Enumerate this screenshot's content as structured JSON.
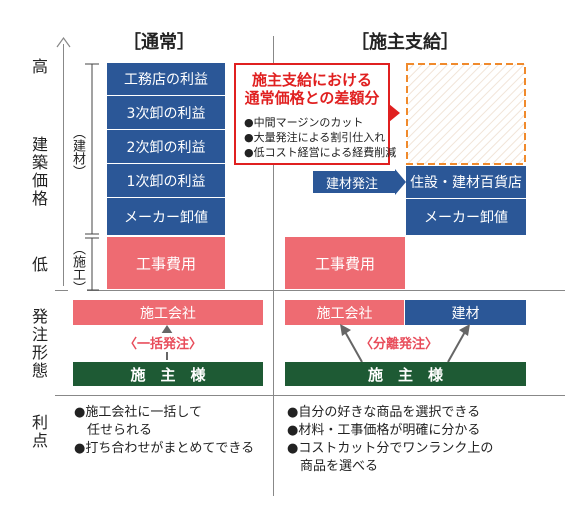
{
  "headers": {
    "normal": "［通常］",
    "supply": "［施主支給］"
  },
  "axis": {
    "high": "高",
    "low": "低",
    "build_price": "建築価格",
    "material_tag": "（建材）",
    "construction_tag": "（施工）"
  },
  "rows": {
    "order_type": "発注形態",
    "merit": "利点"
  },
  "left_stack": [
    "工務店の利益",
    "3次卸の利益",
    "2次卸の利益",
    "1次卸の利益",
    "メーカー卸値"
  ],
  "left_construction": "工事費用",
  "right_stack": {
    "store": "住設・建材百貨店",
    "maker": "メーカー卸値",
    "construction": "工事費用"
  },
  "supply_arrow_label": "建材発注",
  "callout": {
    "title1": "施主支給における",
    "title2": "通常価格との差額分",
    "bullets": [
      "●中間マージンのカット",
      "●大量発注による割引仕入れ",
      "●低コスト経営による経費削減"
    ]
  },
  "order": {
    "left_company": "施工会社",
    "left_mode": "〈一括発注〉",
    "left_client": "施　主　様",
    "right_company": "施工会社",
    "right_material": "建材",
    "right_mode": "〈分離発注〉",
    "right_client": "施　主　様"
  },
  "merits": {
    "left": [
      "●施工会社に一括して",
      "　任せられる",
      "●打ち合わせがまとめてできる"
    ],
    "right": [
      "●自分の好きな商品を選択できる",
      "●材料・工事価格が明確に分かる",
      "●コストカット分でワンランク上の",
      "　商品を選べる"
    ]
  }
}
